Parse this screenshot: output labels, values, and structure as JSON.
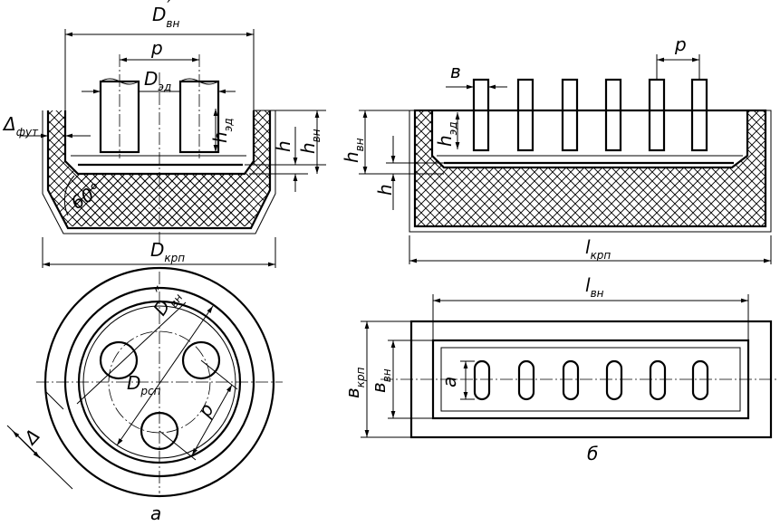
{
  "labels": {
    "d_vn_prime": "D",
    "d_vn_prime_sub": "вн",
    "d_vn_prime_mark": "′",
    "p_left": "p",
    "d_ed": "D",
    "d_ed_sub": "эд",
    "delta_fut": "Δ",
    "delta_fut_sub": "фут",
    "h_ed_left": "h",
    "h_ed_left_sub": "эд",
    "h_left": "h",
    "h_vn_left": "h",
    "h_vn_left_sub": "вн",
    "angle": "60°",
    "d_krp": "D",
    "d_krp_sub": "крп",
    "b_right": "в",
    "p_right": "p",
    "h_vn_right": "h",
    "h_vn_right_sub": "вн",
    "h_ed_right": "h",
    "h_ed_right_sub": "эд",
    "h_right": "h",
    "l_krp": "l",
    "l_krp_sub": "крп",
    "d_vn_dbl": "D",
    "d_vn_dbl_sub": "вн",
    "d_vn_dbl_mark": "″",
    "d_rsp": "D",
    "d_rsp_sub": "рсп",
    "p_plan": "p",
    "delta_plan": "Δ",
    "l_vn": "l",
    "l_vn_sub": "вн",
    "b_krp": "в",
    "b_krp_sub": "крп",
    "b_vn": "в",
    "b_vn_sub": "вн",
    "a_dim": "a",
    "caption_a": "а",
    "caption_b": "б"
  }
}
